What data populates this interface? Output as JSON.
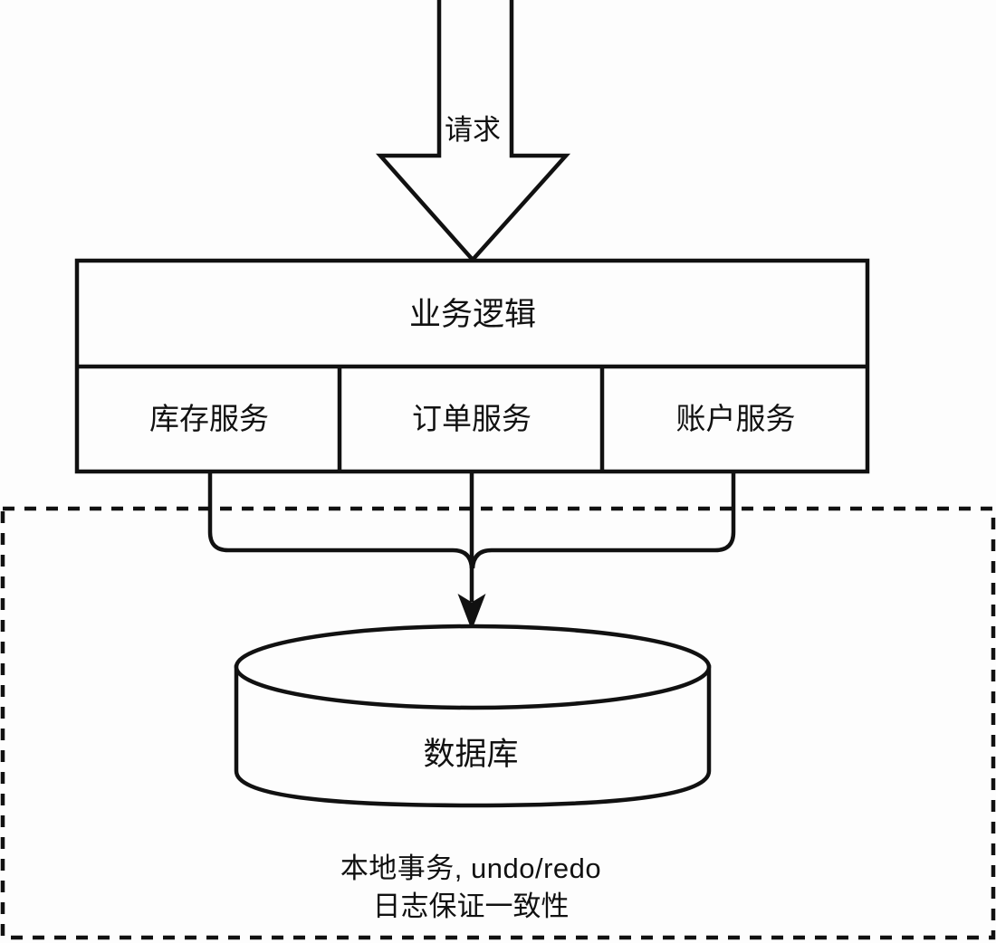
{
  "diagram": {
    "title_text": "",
    "background_color": "#fdfdfd",
    "stroke_color": "#111111",
    "fill_color": "#fdfdfd",
    "request_arrow": {
      "label": "请求",
      "icon": "down-arrow-icon"
    },
    "business_logic_box": {
      "header_label": "业务逻辑",
      "services": [
        {
          "label": "库存服务"
        },
        {
          "label": "订单服务"
        },
        {
          "label": "账户服务"
        }
      ]
    },
    "database": {
      "label": "数据库",
      "icon": "database-cylinder-icon"
    },
    "boundary": {
      "style": "dashed",
      "caption_line_1": "本地事务, undo/redo",
      "caption_line_2": "日志保证一致性"
    }
  }
}
